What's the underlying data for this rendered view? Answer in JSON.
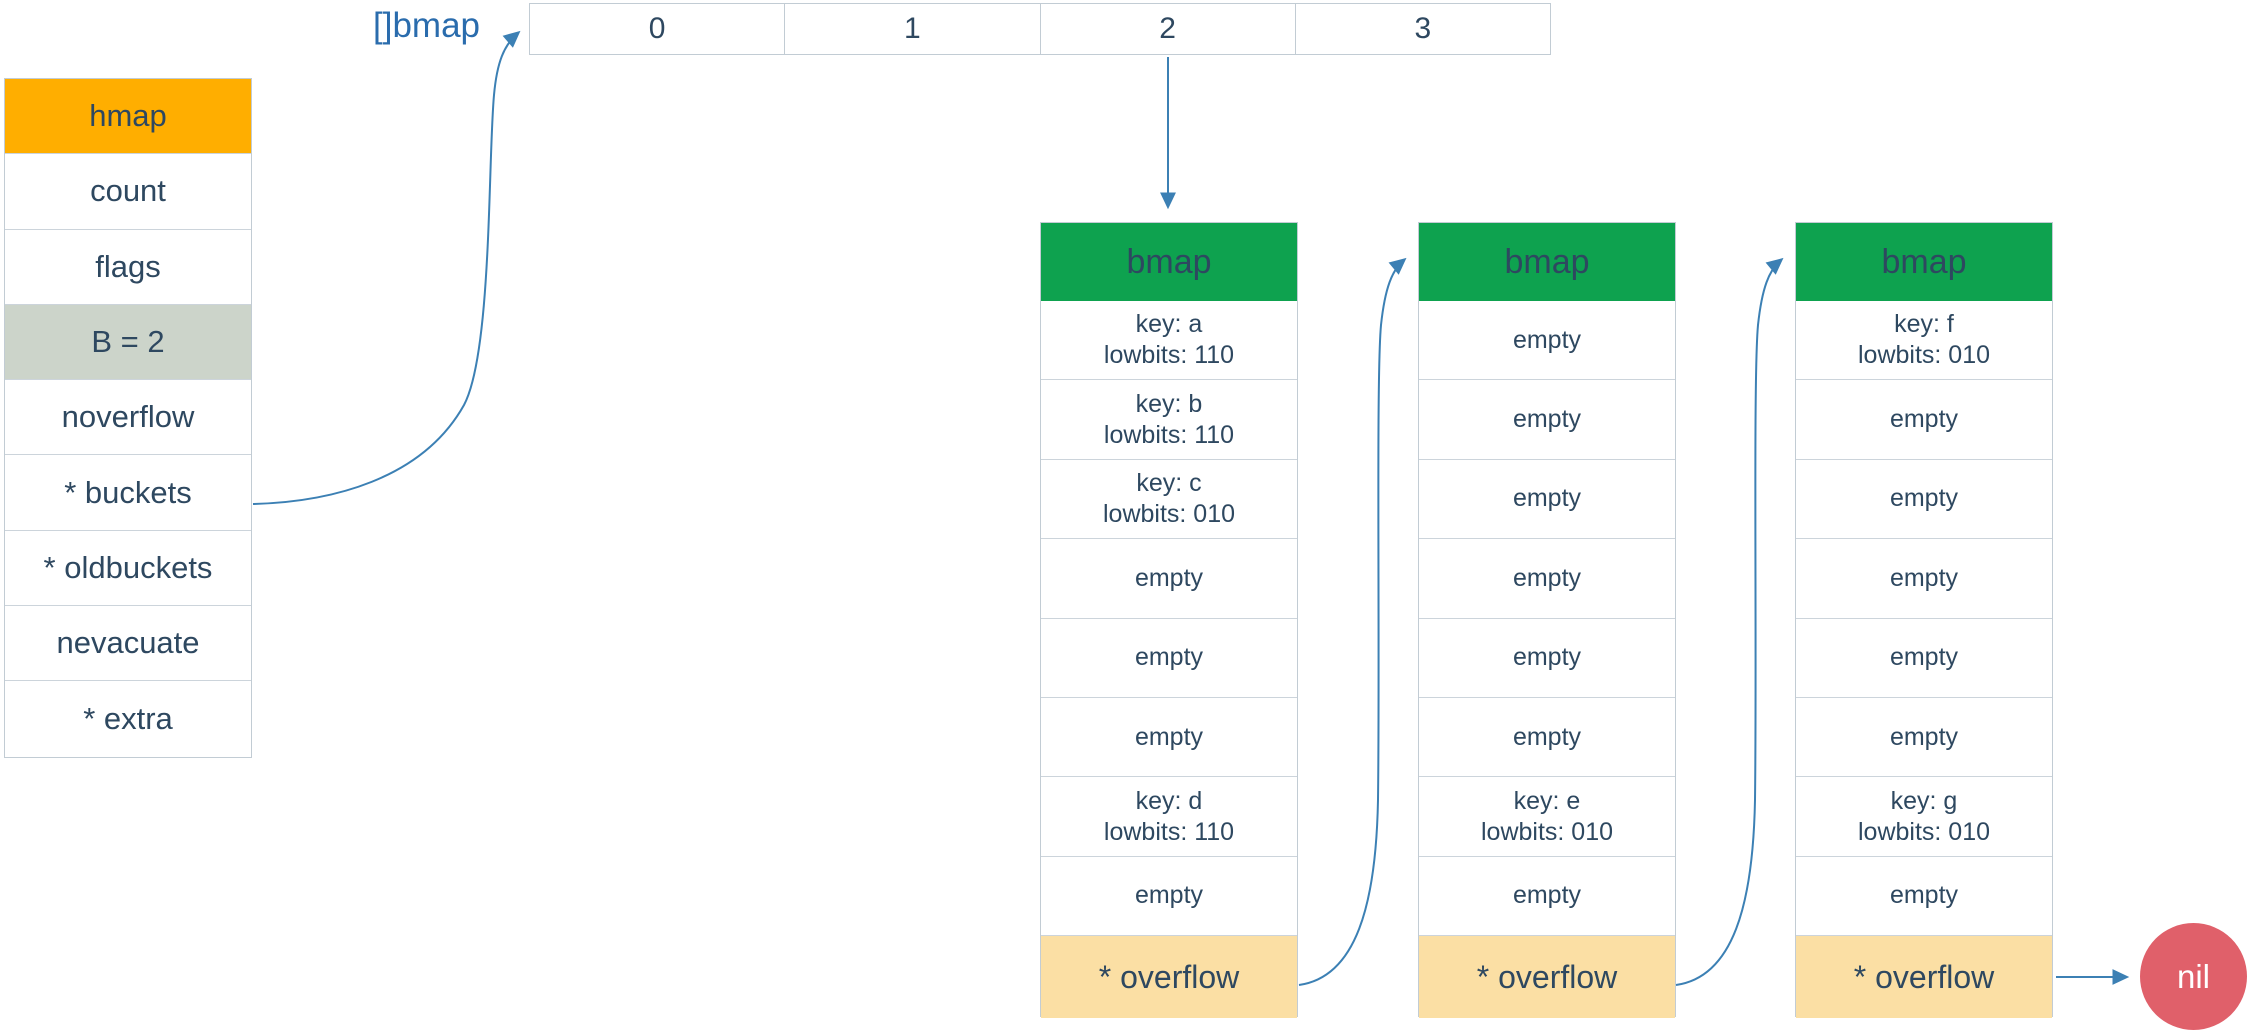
{
  "colors": {
    "canvas-bg": "#ffffff",
    "text": "#2e4860",
    "label-blue": "#2a6cad",
    "arrow": "#3c80b4",
    "hmap-header-bg": "#ffae00",
    "b-row-bg": "#ccd4ca",
    "bmap-header-bg": "#0ea24f",
    "overflow-bg": "#fbdfa4",
    "nil-bg": "#e0606a",
    "nil-text": "#ffffff",
    "border": "#c2ccd4",
    "border-light": "#ccd4db",
    "cell-bg": "#ffffff"
  },
  "hmap_struct": {
    "rows": [
      {
        "label": "hmap",
        "variant": "header"
      },
      {
        "label": "count",
        "variant": "plain"
      },
      {
        "label": "flags",
        "variant": "plain"
      },
      {
        "label": "B = 2",
        "variant": "highlight"
      },
      {
        "label": "noverflow",
        "variant": "plain"
      },
      {
        "label": "* buckets",
        "variant": "plain"
      },
      {
        "label": "* oldbuckets",
        "variant": "plain"
      },
      {
        "label": "nevacuate",
        "variant": "plain"
      },
      {
        "label": "* extra",
        "variant": "plain"
      }
    ]
  },
  "bucket_array": {
    "label": "[]bmap",
    "cells": [
      "0",
      "1",
      "2",
      "3"
    ]
  },
  "buckets": [
    {
      "header": "bmap",
      "slots": [
        {
          "line1": "key: a",
          "line2": "lowbits: 110"
        },
        {
          "line1": "key: b",
          "line2": "lowbits: 110"
        },
        {
          "line1": "key: c",
          "line2": "lowbits: 010"
        },
        {
          "line1": "empty",
          "line2": ""
        },
        {
          "line1": "empty",
          "line2": ""
        },
        {
          "line1": "empty",
          "line2": ""
        },
        {
          "line1": "key: d",
          "line2": "lowbits: 110"
        },
        {
          "line1": "empty",
          "line2": ""
        }
      ],
      "overflow": "* overflow"
    },
    {
      "header": "bmap",
      "slots": [
        {
          "line1": "empty",
          "line2": ""
        },
        {
          "line1": "empty",
          "line2": ""
        },
        {
          "line1": "empty",
          "line2": ""
        },
        {
          "line1": "empty",
          "line2": ""
        },
        {
          "line1": "empty",
          "line2": ""
        },
        {
          "line1": "empty",
          "line2": ""
        },
        {
          "line1": "key: e",
          "line2": "lowbits: 010"
        },
        {
          "line1": "empty",
          "line2": ""
        }
      ],
      "overflow": "* overflow"
    },
    {
      "header": "bmap",
      "slots": [
        {
          "line1": "key: f",
          "line2": "lowbits: 010"
        },
        {
          "line1": "empty",
          "line2": ""
        },
        {
          "line1": "empty",
          "line2": ""
        },
        {
          "line1": "empty",
          "line2": ""
        },
        {
          "line1": "empty",
          "line2": ""
        },
        {
          "line1": "empty",
          "line2": ""
        },
        {
          "line1": "key: g",
          "line2": "lowbits: 010"
        },
        {
          "line1": "empty",
          "line2": ""
        }
      ],
      "overflow": "* overflow"
    }
  ],
  "nil_node": {
    "label": "nil"
  }
}
